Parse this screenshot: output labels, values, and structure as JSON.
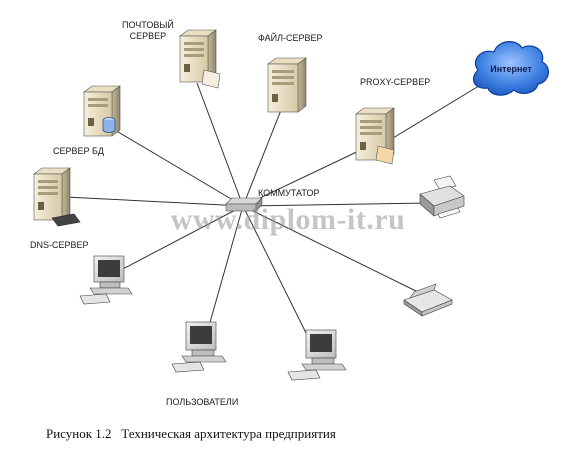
{
  "labels": {
    "mail_server": "ПОЧТОВЫЙ\nСЕРВЕР",
    "file_server": "ФАЙЛ-СЕРВЕР",
    "proxy_server": "PROXY-СЕРВЕР",
    "internet": "Интернет",
    "db_server": "СЕРВЕР БД",
    "switch": "КОММУТАТОР",
    "dns_server": "DNS-СЕРВЕР",
    "users": "ПОЛЬЗОВАТЕЛИ"
  },
  "watermark": "www.diplom-it.ru",
  "caption": "Рисунок 1.2   Техническая архитектура предприятия",
  "colors": {
    "line": "#333333",
    "server_body": "#efe6cf",
    "server_dark": "#b9ab8a",
    "cloud_fill": "#2f6fd6",
    "cloud_edge": "#0e3b9c"
  }
}
